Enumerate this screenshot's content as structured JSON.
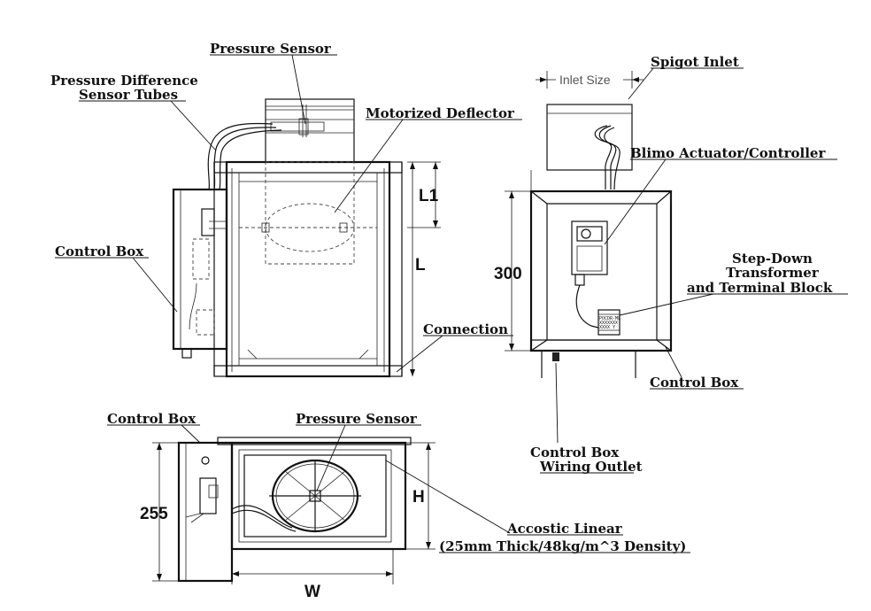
{
  "labels": {
    "pressure_sensor_top": "Pressure Sensor",
    "pressure_difference_line1": "Pressure Difference",
    "pressure_difference_line2": "Sensor Tubes",
    "motorized_deflector": "Motorized Deflector",
    "control_box_left": "Control Box",
    "connection": "Connection",
    "spigot_inlet": "Spigot Inlet",
    "inlet_size": "Inlet Size",
    "actuator": "Blimo Actuator/Controller",
    "transformer_line1": "Step-Down",
    "transformer_line2": "Transformer",
    "transformer_line3": "and Terminal Block",
    "control_box_right": "Control Box",
    "wiring_outlet_line1": "Control Box",
    "wiring_outlet_line2": "Wiring Outlet",
    "control_box_bottom": "Control Box",
    "pressure_sensor_bottom": "Pressure Sensor",
    "acoustic_line1": "Accostic Linear",
    "acoustic_line2": "(25mm Thick/48kg/m^3 Density)"
  },
  "dimensions": {
    "l1": "L1",
    "l": "L",
    "height_300": "300",
    "height_255": "255",
    "h": "H",
    "w": "W"
  },
  "terminal_block_text": [
    "POCDR-ML",
    "ХХХХХХХ",
    "ХХХХ Y"
  ]
}
